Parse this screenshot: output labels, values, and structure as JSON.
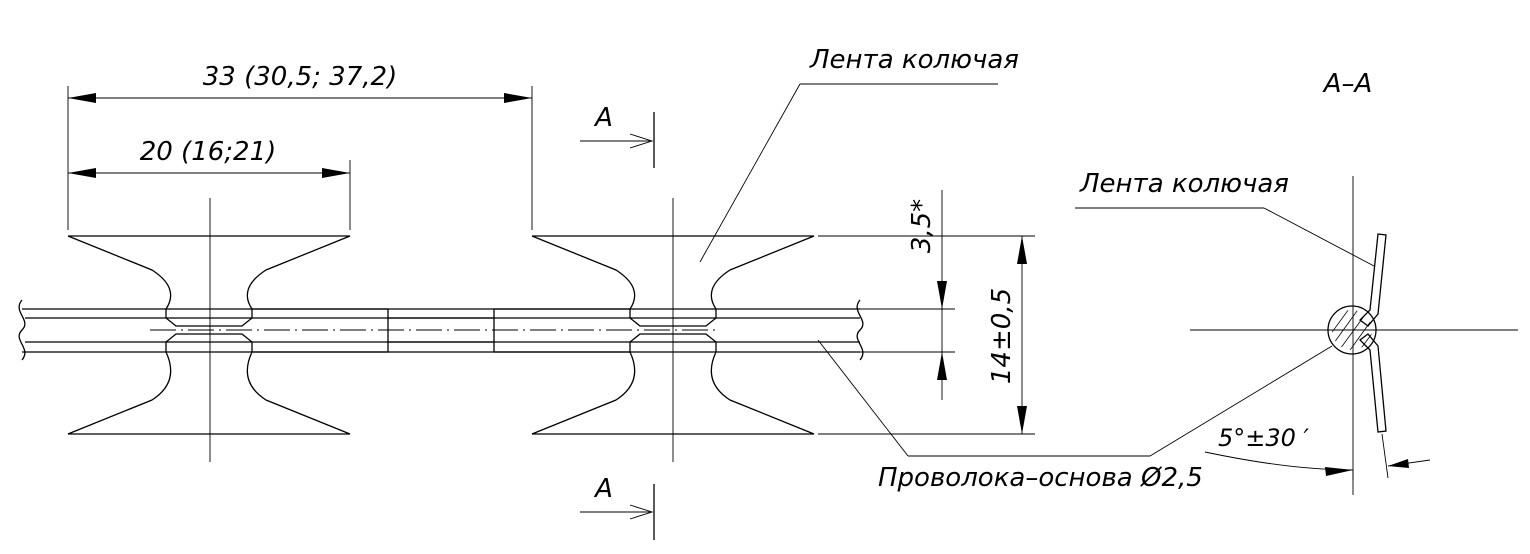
{
  "labels": {
    "dim_pitch": "33 (30,5; 37,2)",
    "dim_width": "20 (16;21)",
    "section_mark_top": "А",
    "section_mark_bottom": "А",
    "tape_label": "Лента колючая",
    "section_title": "А–А",
    "section_tape_label": "Лента колючая",
    "dim_gap": "3,5*",
    "dim_height": "14±0,5",
    "angle_dim": "5°±30 ′",
    "wire_label": "Проволока–основа Ø2,5"
  }
}
